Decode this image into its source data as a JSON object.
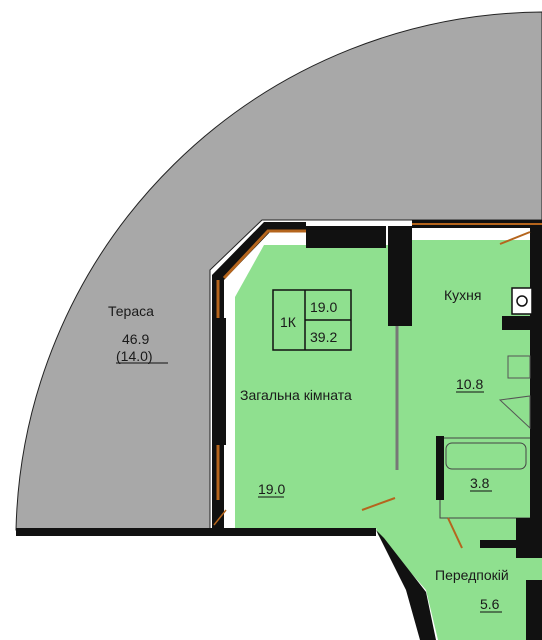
{
  "plan": {
    "apartment": {
      "type": "1К",
      "living_area": "19.0",
      "total_area": "39.2"
    },
    "rooms": [
      {
        "id": "terrace",
        "name": "Тераса",
        "area": "46.9",
        "area_reduced": "(14.0)"
      },
      {
        "id": "living",
        "name": "Загальна кімната",
        "area": "19.0"
      },
      {
        "id": "kitchen",
        "name": "Кухня",
        "area": "10.8"
      },
      {
        "id": "bathroom",
        "name": "",
        "area": "3.8"
      },
      {
        "id": "hallway",
        "name": "Передпокій",
        "area": "5.6"
      }
    ],
    "colors": {
      "terrace": "#a8a8a8",
      "room": "#8fe08f",
      "wall": "#111111",
      "window": "#b5651d",
      "background": "#ffffff"
    }
  }
}
